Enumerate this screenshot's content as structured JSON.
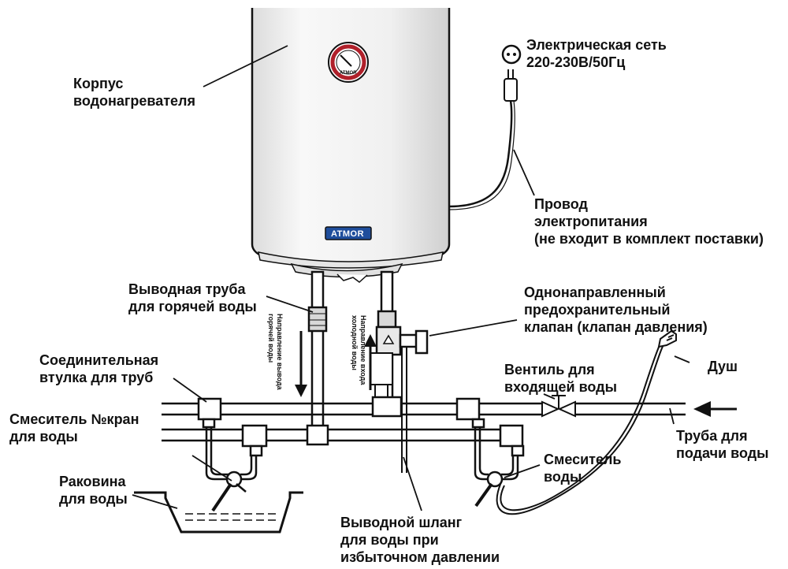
{
  "labels": {
    "body": [
      "Корпус",
      "водонагревателя"
    ],
    "power_network": [
      "Электрическая сеть",
      "220-230В/50Гц"
    ],
    "power_cord": [
      "Провод",
      "электропитания",
      "(не входит в комплект поставки)"
    ],
    "hot_outlet": [
      "Выводная труба",
      "для горячей воды"
    ],
    "check_valve": [
      "Однонаправленный",
      "предохранительный",
      "клапан (клапан давления)"
    ],
    "coupling": [
      "Соединительная",
      "втулка для труб"
    ],
    "inlet_valve": [
      "Вентиль для",
      "входящей воды"
    ],
    "shower": "Душ",
    "mixer_left": [
      "Смеситель №кран",
      "для воды"
    ],
    "supply_pipe": [
      "Труба для",
      "подачи воды"
    ],
    "mixer_right": [
      "Смеситель",
      "воды"
    ],
    "sink": [
      "Раковина",
      "для воды"
    ],
    "drain_hose": [
      "Выводной шланг",
      "для воды при",
      "избыточном давлении"
    ]
  },
  "vertical_text": {
    "hot_direction": [
      "Направление вывода",
      "горячей воды"
    ],
    "cold_direction": [
      "Направление входа",
      "холодной воды"
    ]
  },
  "brand": "ATMOR",
  "colors": {
    "ink": "#111111",
    "tank_fill": "#f4f4f4",
    "brand_badge": "#1f4e9c",
    "gauge_ring": "#b0202a"
  }
}
